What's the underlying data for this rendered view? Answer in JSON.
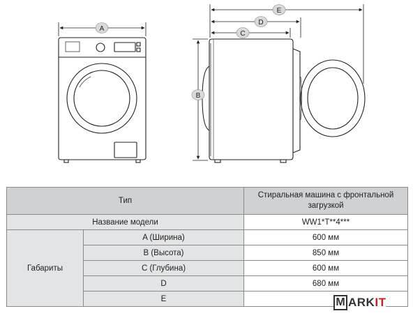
{
  "drawing": {
    "labels": {
      "a": "A",
      "b": "B",
      "c": "C",
      "d": "D",
      "e": "E"
    }
  },
  "table": {
    "header": {
      "type_label": "Тип",
      "value": "Стиральная машина с фронтальной загрузкой"
    },
    "model": {
      "label": "Название модели",
      "value": "WW1*T**4***"
    },
    "group_label": "Габариты",
    "rows": [
      {
        "label": "A (Ширина)",
        "value": "600 мм"
      },
      {
        "label": "B (Высота)",
        "value": "850 мм"
      },
      {
        "label": "C (Глубина)",
        "value": "600 мм"
      },
      {
        "label": "D",
        "value": "680 мм"
      },
      {
        "label": "E",
        "value": ""
      }
    ]
  },
  "watermark": {
    "m": "M",
    "rest_dark": "ARK",
    "rest_red": "IT"
  },
  "colors": {
    "header_bg": "#cfd1d3",
    "shade_bg": "#e3e4e6",
    "border": "#8a8a8a",
    "brand_red": "#d11c1c"
  }
}
